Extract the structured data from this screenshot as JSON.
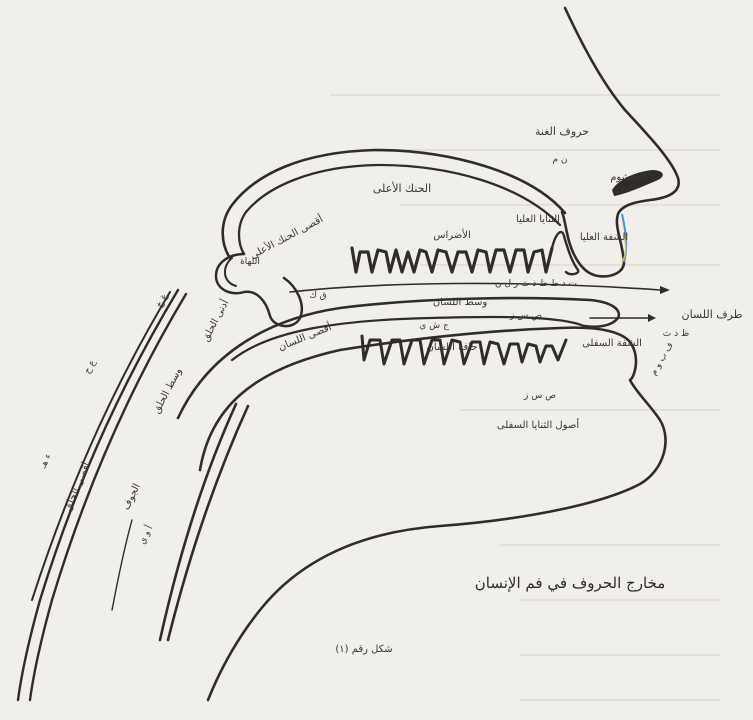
{
  "figure": {
    "title": "مخارج الحروف في فم الإنسان",
    "caption": "شكل رقم (١)"
  },
  "labels": {
    "nasal_letters": "حروف الغنة",
    "nasal_letters_marks": "ن م",
    "nose": "الخيشوم",
    "hard_palate": "الحنك الأعلى",
    "alveolar_ridge": "الأضراس",
    "upper_incisors": "الثنايا العليا",
    "upper_lip": "الشفة العليا",
    "soft_palate": "أقصى الحنك الأعلى",
    "uvula": "اللهاة",
    "tongue_middle": "وسط اللسان",
    "tongue_tip": "طرف اللسان",
    "tongue_back": "أقصى اللسان",
    "tongue_edge": "حافة اللسان",
    "letters_q_k": "ق ك",
    "letters_j_sh_y": "ج ش ي",
    "letters_row": "ت د ط ظ ذ ث ر ل ن",
    "letters_s_z": "ص س ز",
    "letters_s_z_lower": "ص س ز",
    "letters_th": "ظ ذ ث",
    "letters_lips": "ف ب و م",
    "lower_lip": "الشفة السفلى",
    "lower_incisor_roots": "أصول الثنايا السفلى",
    "throat_top": "أدنى الحلق",
    "throat_middle": "وسط الحلق",
    "throat_far": "أقصى الحلق",
    "throat_letters_top": "غ خ",
    "throat_letters_mid": "ع ح",
    "throat_letters_far": "ء هـ",
    "throat_letters_far2": "أ و ي",
    "air": "الجوف"
  },
  "colors": {
    "ink": "#2f2c29",
    "paper": "#f1efe9",
    "lip_accent": "#4a8fd0"
  }
}
